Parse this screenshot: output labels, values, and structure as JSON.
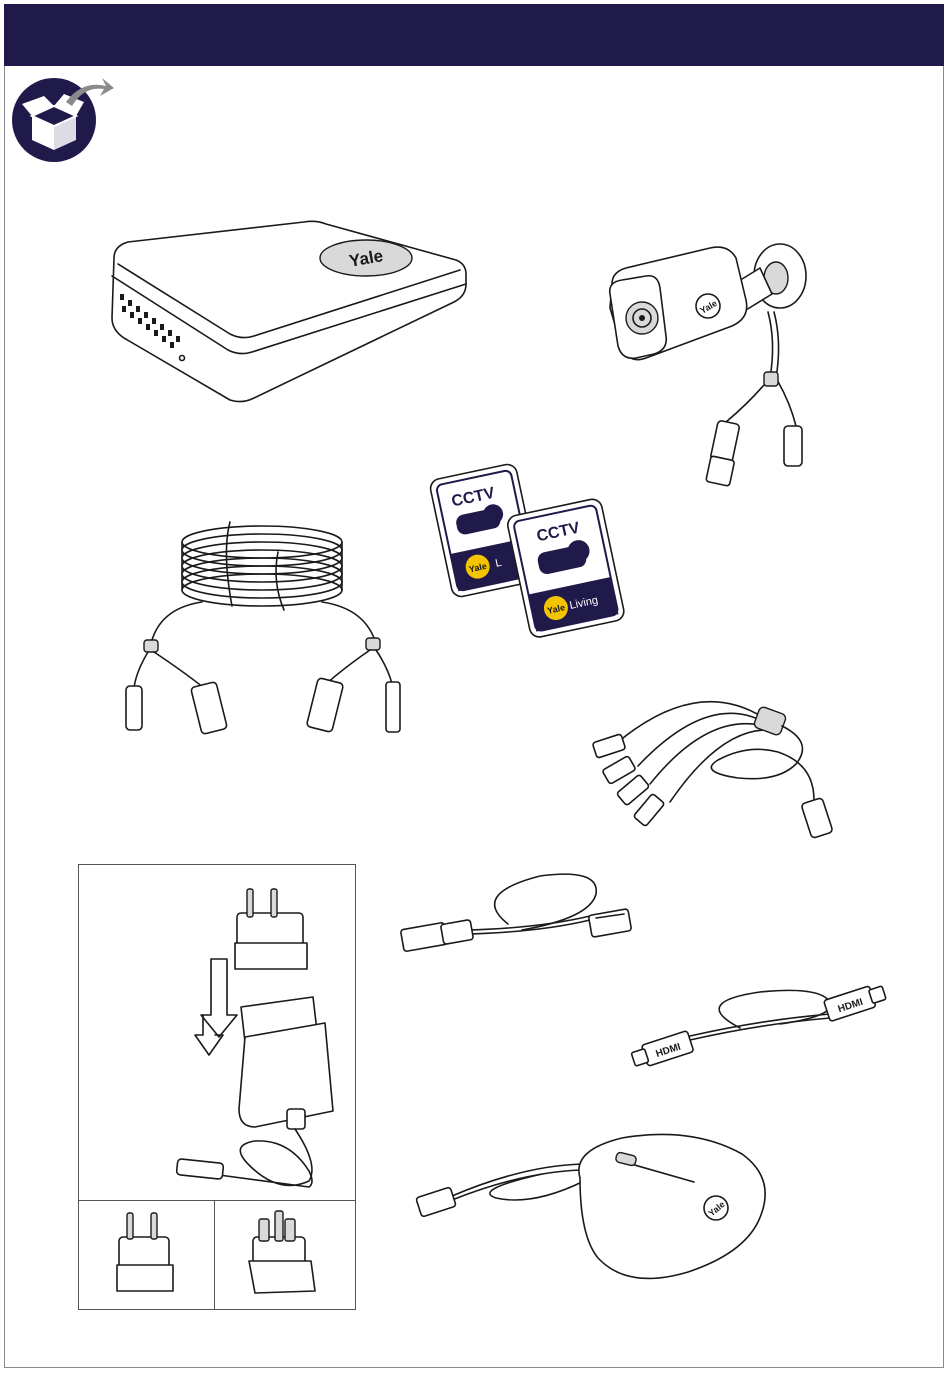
{
  "header": {
    "color": "#201a4b"
  },
  "nvr": {
    "logo_text": "Yale"
  },
  "camera": {
    "logo_text": "Yale"
  },
  "stickers": {
    "sticker_back": {
      "title": "CCTV",
      "logo_text": "Yale",
      "brand_text": "L"
    },
    "sticker_front": {
      "title": "CCTV",
      "logo_text": "Yale",
      "brand_text": "Living"
    },
    "accent_color": "#201a4b",
    "logo_color": "#f5c400"
  },
  "hdmi_cable": {
    "plug_label_left": "HDMI",
    "plug_label_right": "HDMI"
  },
  "mouse": {
    "logo_text": "Yale"
  },
  "icons": {
    "badge": "box-unpack-icon"
  }
}
